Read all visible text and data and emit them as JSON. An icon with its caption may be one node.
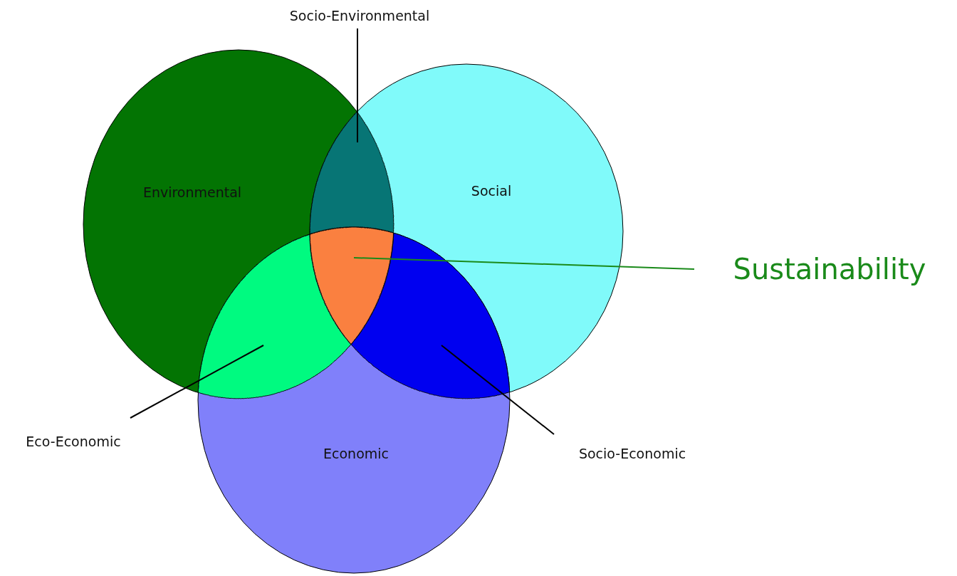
{
  "diagram": {
    "nodes": [
      {
        "text": [
          "Environmental"
        ]
      },
      {
        "text": [
          "Social"
        ]
      },
      {
        "text": [
          "Economic"
        ]
      },
      {
        "text": [
          "Socio-Environmental"
        ]
      },
      {
        "text": [],
        "shape": "region"
      },
      {
        "text": [
          "Sustainability"
        ]
      },
      {
        "text": [],
        "shape": "region"
      },
      {
        "text": [
          "Eco-Economic"
        ]
      },
      {
        "text": [],
        "shape": "region"
      },
      {
        "text": [
          "Socio-Economic"
        ]
      },
      {
        "text": [],
        "shape": "region"
      }
    ],
    "edges": [
      {
        "from": 3,
        "to": 4,
        "arrow": "none"
      },
      {
        "from": 5,
        "to": 6,
        "arrow": "none",
        "color": "#1a8a1a"
      },
      {
        "from": 7,
        "to": 8,
        "arrow": "none"
      },
      {
        "from": 9,
        "to": 10,
        "arrow": "none"
      }
    ]
  }
}
